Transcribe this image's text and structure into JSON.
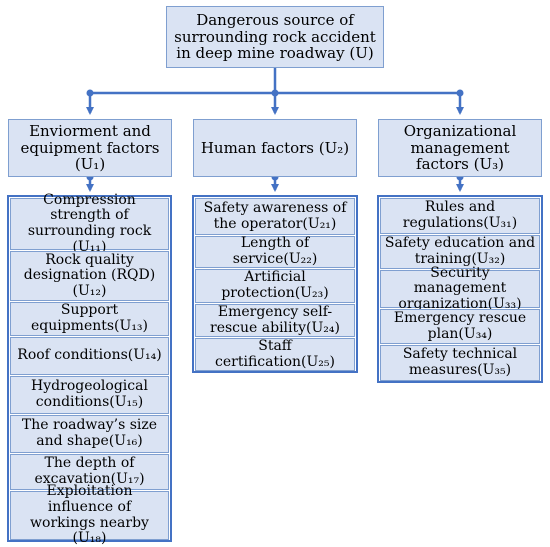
{
  "root": {
    "label": "Dangerous source of surrounding rock accident in deep mine roadway (U)"
  },
  "categories": [
    {
      "label": "Enviorment and equipment factors (U₁)"
    },
    {
      "label": "Human factors (U₂)"
    },
    {
      "label": "Organizational management factors (U₃)"
    }
  ],
  "groups": [
    {
      "items": [
        {
          "label": "Compression strength of surrounding rock (U₁₁)"
        },
        {
          "label": "Rock quality designation (RQD) (U₁₂)"
        },
        {
          "label": "Support equipments(U₁₃)"
        },
        {
          "label": "Roof conditions(U₁₄)"
        },
        {
          "label": "Hydrogeological conditions(U₁₅)"
        },
        {
          "label": "The roadway’s size and shape(U₁₆)"
        },
        {
          "label": "The depth of excavation(U₁₇)"
        },
        {
          "label": "Exploitation influence of workings nearby (U₁₈)"
        }
      ]
    },
    {
      "items": [
        {
          "label": "Safety awareness of the operator(U₂₁)"
        },
        {
          "label": "Length of service(U₂₂)"
        },
        {
          "label": "Artificial protection(U₂₃)"
        },
        {
          "label": "Emergency self-rescue ability(U₂₄)"
        },
        {
          "label": "Staff certification(U₂₅)"
        }
      ]
    },
    {
      "items": [
        {
          "label": "Rules and regulations(U₃₁)"
        },
        {
          "label": "Safety education and training(U₃₂)"
        },
        {
          "label": "Security management organization(U₃₃)"
        },
        {
          "label": "Emergency rescue plan(U₃₄)"
        },
        {
          "label": "Safety technical measures(U₃₅)"
        }
      ]
    }
  ],
  "colors": {
    "box_fill": "#dae3f3",
    "box_border": "#7f9fd0",
    "connector": "#4472c4"
  }
}
